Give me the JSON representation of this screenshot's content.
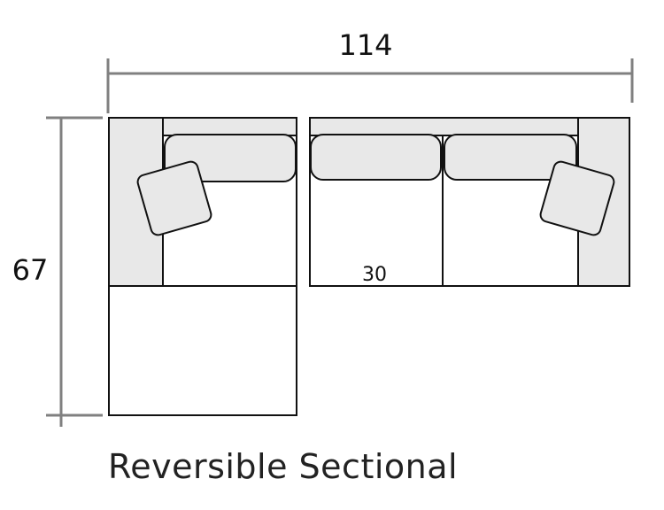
{
  "dimensions": {
    "width_label": "114",
    "depth_label": "67",
    "seat_label": "30"
  },
  "caption": "Reversible Sectional",
  "colors": {
    "outline": "#111111",
    "dimension_line": "#808080",
    "upholstery_fill": "#e8e8e8",
    "background": "#ffffff"
  }
}
